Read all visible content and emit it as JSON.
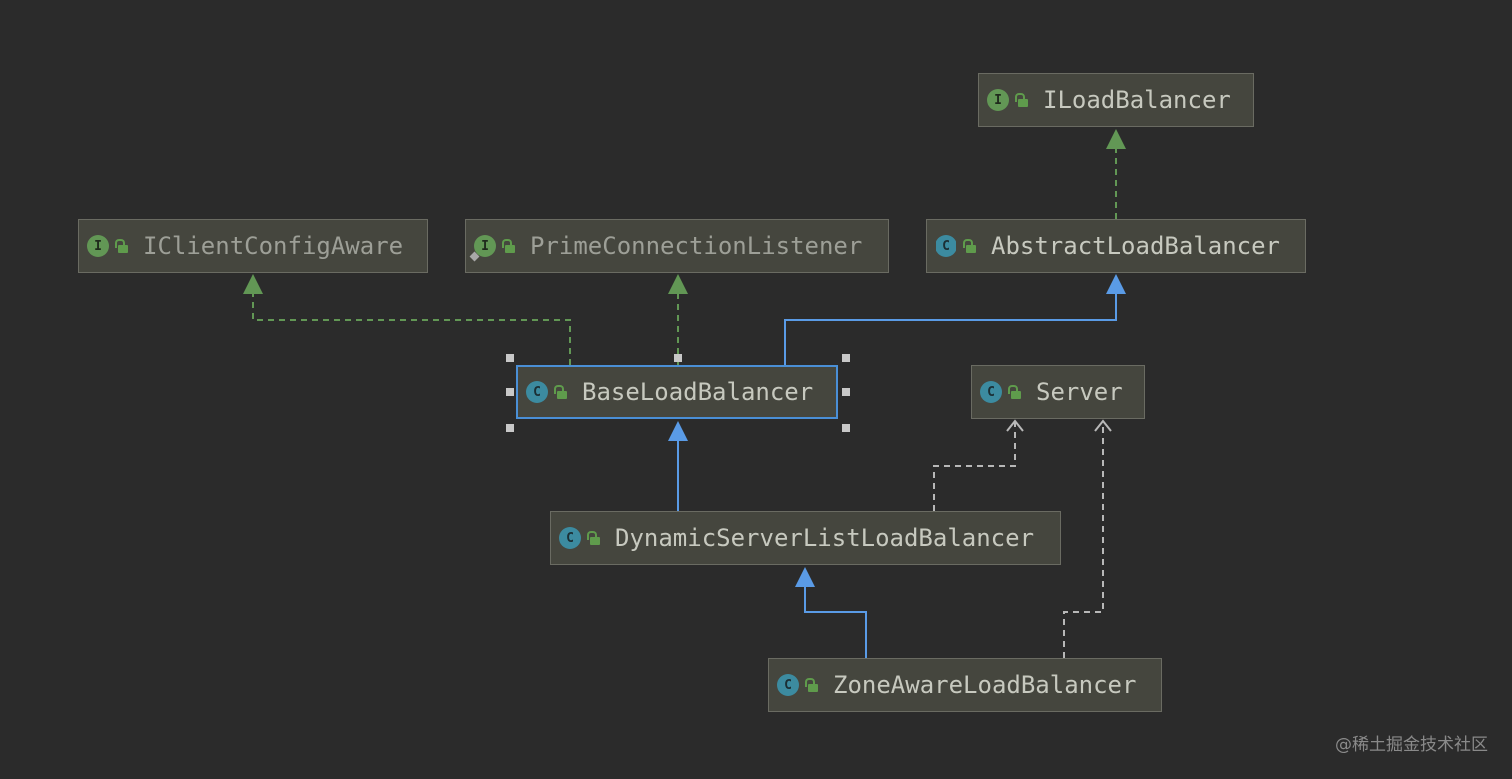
{
  "diagram": {
    "nodes": [
      {
        "id": "iloadbalancer",
        "label": "ILoadBalancer",
        "kind": "interface"
      },
      {
        "id": "iclientconfigaware",
        "label": "IClientConfigAware",
        "kind": "interface"
      },
      {
        "id": "primeconnectionlistener",
        "label": "PrimeConnectionListener",
        "kind": "interface"
      },
      {
        "id": "abstractloadbalancer",
        "label": "AbstractLoadBalancer",
        "kind": "abstract-class"
      },
      {
        "id": "baseloadbalancer",
        "label": "BaseLoadBalancer",
        "kind": "class",
        "selected": true
      },
      {
        "id": "server",
        "label": "Server",
        "kind": "class"
      },
      {
        "id": "dynamicserverlistloadbalancer",
        "label": "DynamicServerListLoadBalancer",
        "kind": "class"
      },
      {
        "id": "zoneawareloadbalancer",
        "label": "ZoneAwareLoadBalancer",
        "kind": "class"
      }
    ],
    "edges": [
      {
        "from": "abstractloadbalancer",
        "to": "iloadbalancer",
        "type": "implements"
      },
      {
        "from": "baseloadbalancer",
        "to": "iclientconfigaware",
        "type": "implements"
      },
      {
        "from": "baseloadbalancer",
        "to": "primeconnectionlistener",
        "type": "implements"
      },
      {
        "from": "baseloadbalancer",
        "to": "abstractloadbalancer",
        "type": "extends"
      },
      {
        "from": "dynamicserverlistloadbalancer",
        "to": "baseloadbalancer",
        "type": "extends"
      },
      {
        "from": "zoneawareloadbalancer",
        "to": "dynamicserverlistloadbalancer",
        "type": "extends"
      },
      {
        "from": "dynamicserverlistloadbalancer",
        "to": "server",
        "type": "depends"
      },
      {
        "from": "zoneawareloadbalancer",
        "to": "server",
        "type": "depends"
      }
    ],
    "icon_letters": {
      "interface": "I",
      "class": "C"
    },
    "colors": {
      "implements": "#629755",
      "extends": "#5a9be6",
      "depends": "#b8b8b8",
      "node_fill": "#45463e",
      "selection": "#4a8fd6"
    }
  },
  "watermark": "@稀土掘金技术社区"
}
